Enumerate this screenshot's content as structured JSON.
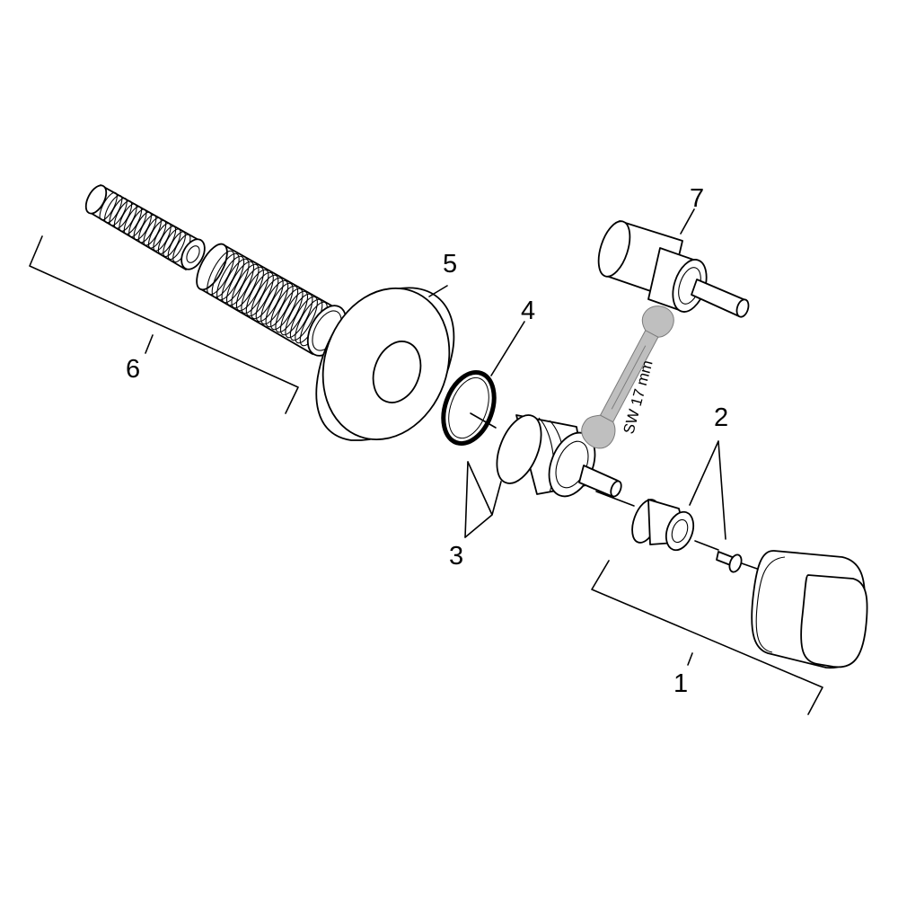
{
  "callouts": {
    "part1": "1",
    "part2": "2",
    "part3": "3",
    "part4": "4",
    "part5": "5",
    "part6": "6",
    "part7": "7"
  },
  "wrench": {
    "label": "SW 17 mm",
    "icon": "open-end-wrench-icon"
  },
  "colors": {
    "line": "#000000",
    "wrench_fill": "#bfbfbf"
  }
}
